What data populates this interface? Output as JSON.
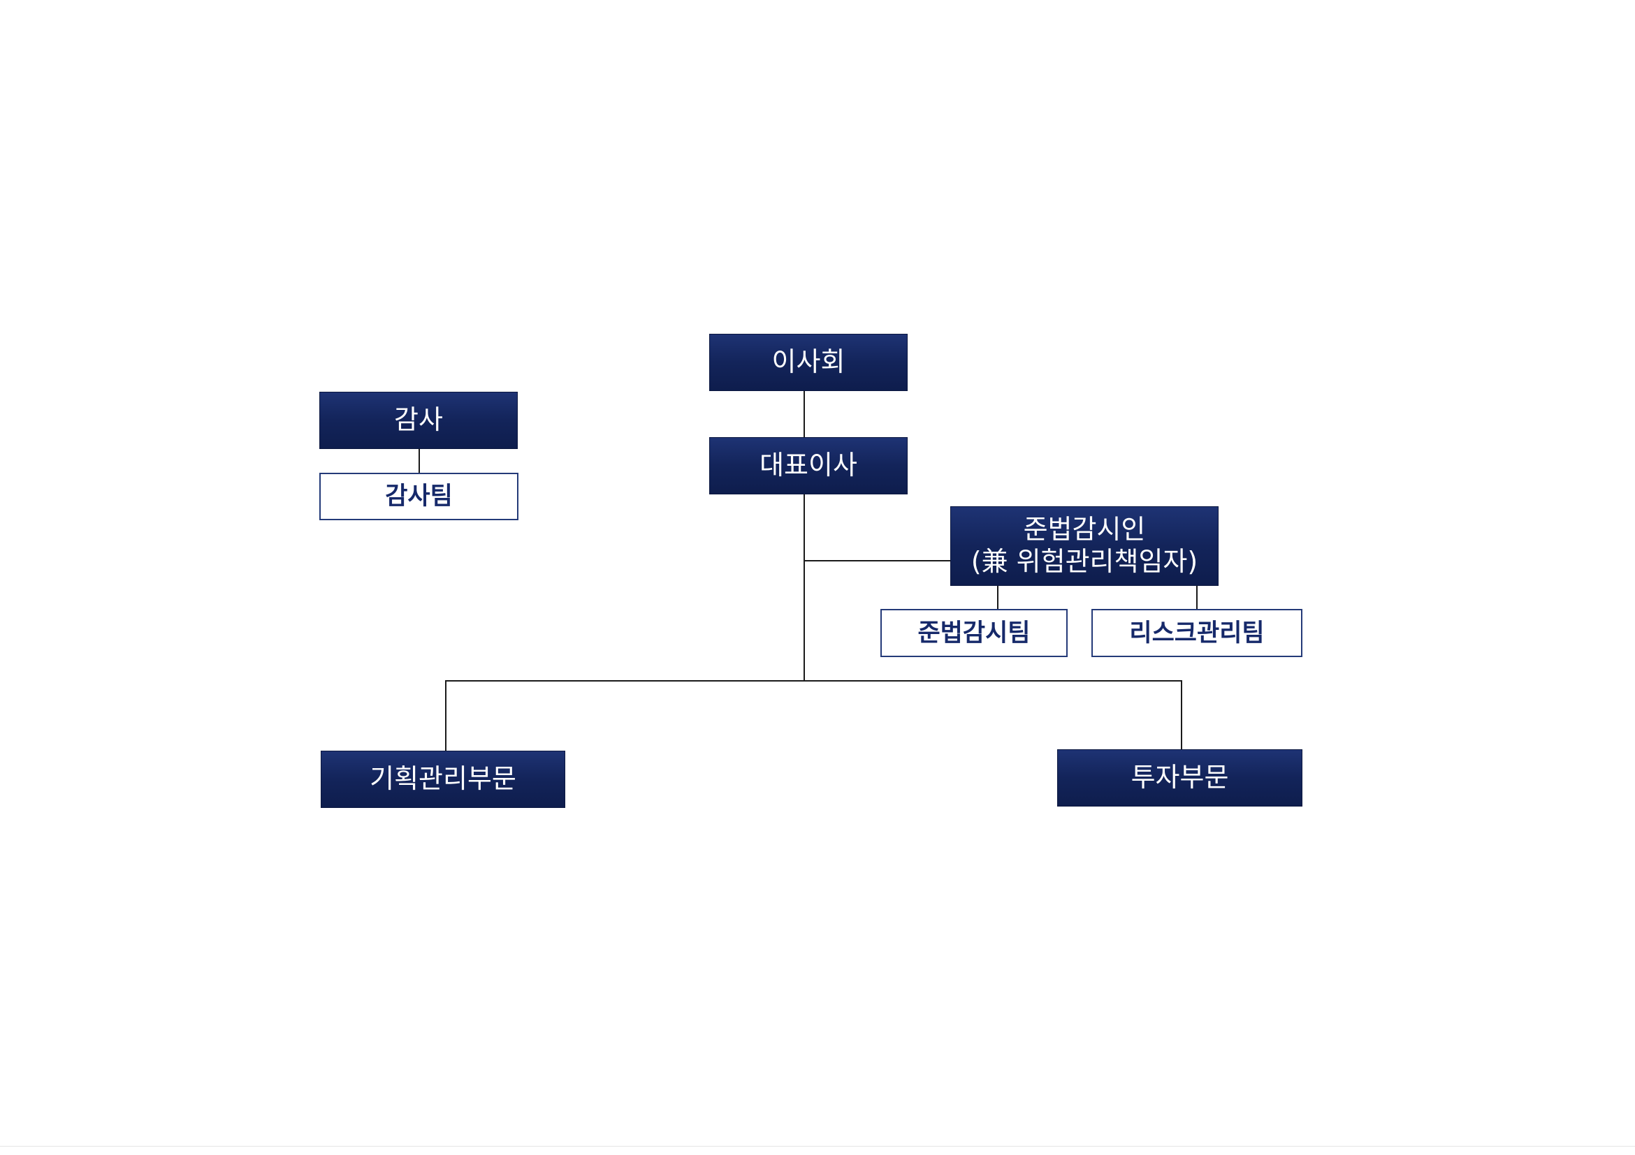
{
  "org_chart": {
    "board": "이사회",
    "ceo": "대표이사",
    "auditor": {
      "title": "감사",
      "team": "감사팀"
    },
    "compliance_officer": {
      "line1": "준법감시인",
      "line2": "(兼 위험관리책임자)",
      "teams": [
        "준법감시팀",
        "리스크관리팀"
      ]
    },
    "divisions": [
      "기획관리부문",
      "투자부문"
    ]
  },
  "colors": {
    "box_fill": "#13245a",
    "box_outline": "#243a78",
    "connector": "#1a1a1a"
  }
}
